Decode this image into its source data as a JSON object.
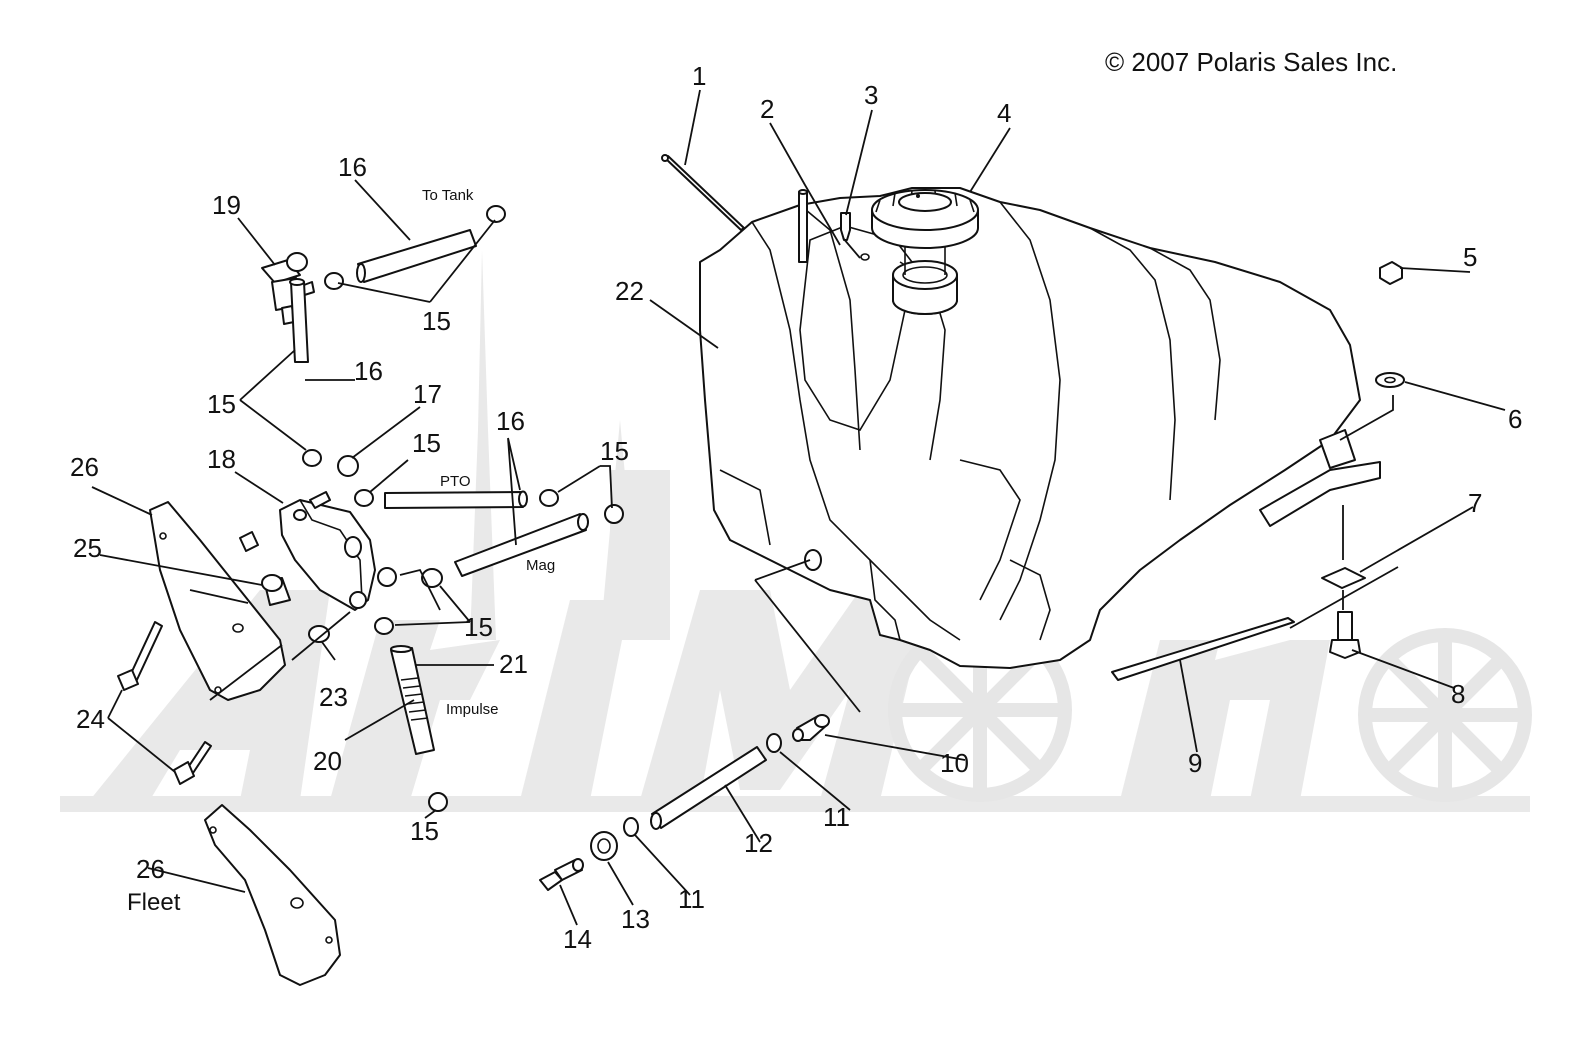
{
  "copyright": "© 2007 Polaris Sales Inc.",
  "watermark": "AriMoto",
  "callouts": {
    "c1": "1",
    "c2": "2",
    "c3": "3",
    "c4": "4",
    "c5": "5",
    "c6": "6",
    "c7": "7",
    "c8": "8",
    "c9": "9",
    "c10": "10",
    "c11a": "11",
    "c11b": "11",
    "c12": "12",
    "c13": "13",
    "c14": "14",
    "c15a": "15",
    "c15b": "15",
    "c15c": "15",
    "c15d": "15",
    "c15e": "15",
    "c15f": "15",
    "c16a": "16",
    "c16b": "16",
    "c16c": "16",
    "c17": "17",
    "c18": "18",
    "c19": "19",
    "c20": "20",
    "c21": "21",
    "c22": "22",
    "c23": "23",
    "c24": "24",
    "c25": "25",
    "c26a": "26",
    "c26b": "26"
  },
  "hose_labels": {
    "to_tank": "To Tank",
    "pto": "PTO",
    "mag": "Mag",
    "impulse": "Impulse"
  },
  "variant_label": "Fleet"
}
